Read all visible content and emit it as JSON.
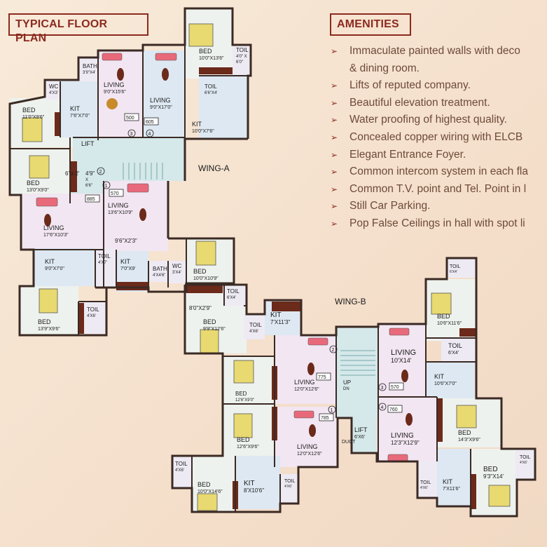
{
  "header": {
    "floor_plan_title": "TYPICAL FLOOR PLAN",
    "amenities_title": "AMENITIES"
  },
  "amenities": [
    "Immaculate painted walls with deco",
    "& dining room.",
    "Lifts of reputed company.",
    "Beautiful elevation treatment.",
    "Water proofing of highest quality.",
    "Concealed copper wiring with ELCB",
    "Elegant Entrance Foyer.",
    "Common intercom system in each fla",
    "Common T.V. point and Tel. Point in l",
    "Still Car Parking.",
    "Pop False Ceilings in hall with spot li"
  ],
  "amenity_bullet": "➢",
  "wings": {
    "a": "WING-A",
    "b": "WING-B"
  },
  "colors": {
    "title": "#8b2a1e",
    "wall": "#3b2a24",
    "floor_living": "#f2e6f2",
    "floor_bed": "#eef2ee",
    "floor_kit": "#dde8f2",
    "floor_core": "#d5e8ea",
    "floor_toilet": "#eeeaf4",
    "furniture_wood": "#6b2a1a",
    "bed": "#e8d970",
    "sofa": "#e86a7a"
  },
  "rooms": {
    "a_bath1": [
      "BATH",
      "3'9\"X4'"
    ],
    "a_wc1": [
      "WC",
      "4'X3'"
    ],
    "a_kit1": [
      "KIT",
      "7'6\"X7'0\""
    ],
    "a_bed1": [
      "BED",
      "11'0\"X9'6\""
    ],
    "a_living3": [
      "LIVING",
      "9'0\"X15'6\""
    ],
    "a_living4": [
      "LIVING",
      "9'0\"X17'0\""
    ],
    "a_bed4": [
      "BED",
      "10'0\"X13'6\""
    ],
    "a_toil4": [
      "TOIL",
      "4'0\" X",
      "6'0\""
    ],
    "a_toil4b": [
      "TOIL",
      "6'6\"X4'"
    ],
    "a_kit4": [
      "KIT",
      "10'0\"X7'6\""
    ],
    "a_lift": [
      "LIFT"
    ],
    "a_bed2": [
      "BED",
      "13'0\"X9'0\""
    ],
    "a_lobby": [
      "4'9\"",
      "X",
      "6'6\""
    ],
    "a_duct": [
      "6' x 2'"
    ],
    "a_living2": [
      "LIVING",
      "17'6\"X10'3\""
    ],
    "a_living1": [
      "LIVING",
      "13'6\"X10'9\""
    ],
    "a_passage1": [
      "9'6\"X2'3\""
    ],
    "a_kit2": [
      "KIT",
      "9'0\"X7'0\""
    ],
    "a_kit1b": [
      "KIT",
      "7'0\"X9'"
    ],
    "a_toil1": [
      "TOIL",
      "4'X7'"
    ],
    "a_bath2": [
      "BATH",
      "4'X4'6\""
    ],
    "a_wc2": [
      "WC",
      "3'X4'"
    ],
    "a_bed1b": [
      "BED",
      "10'0\"X10'9\""
    ],
    "a_bed2b": [
      "BED",
      "13'9\"X9'6\""
    ],
    "a_toil2": [
      "TOIL",
      "4'X6'"
    ],
    "b_passage": [
      "8'0\"X2'9\""
    ],
    "b_toil1": [
      "TOIL",
      "6'X4'"
    ],
    "b_bed1": [
      "BED",
      "9'9\"X12'6\""
    ],
    "b_toil2": [
      "TOIL",
      "4'X6'"
    ],
    "b_kit1": [
      "KIT",
      "7'X11'3\""
    ],
    "b_bed2": [
      "BED",
      "12'6\"X9'0\""
    ],
    "b_living2": [
      "LIVING",
      "12'0\"X12'6\""
    ],
    "b_bed1c": [
      "BED",
      "12'6\"X9'6\""
    ],
    "b_living1": [
      "LIVING",
      "12'0\"X12'6\""
    ],
    "b_updn": [
      "UP",
      "DN"
    ],
    "b_lift": [
      "LIFT",
      "6'X6'"
    ],
    "b_duct": [
      "DUCT"
    ],
    "b_toil3": [
      "TOIL",
      "4'X6'"
    ],
    "b_bed3": [
      "BED",
      "10'0\"X14'6\""
    ],
    "b_kit3": [
      "KIT",
      "8'X10'6\""
    ],
    "b_toil3b": [
      "TOIL",
      "4'X6'"
    ],
    "b_living3": [
      "LIVING",
      "10'X14'"
    ],
    "b_toil_top": [
      "TOIL",
      "6'X4'"
    ],
    "b_bed3b": [
      "BED",
      "10'6\"X11'6\""
    ],
    "b_toil3c": [
      "TOIL",
      "6'X4'"
    ],
    "b_kit3b": [
      "KIT",
      "10'6\"X7'0\""
    ],
    "b_living4": [
      "LIVING",
      "12'3\"X12'9\""
    ],
    "b_bed4": [
      "BED",
      "14'3\"X9'6\""
    ],
    "b_toil4": [
      "TOIL",
      "4'X6'"
    ],
    "b_kit4": [
      "KIT",
      "7'X11'6\""
    ],
    "b_bed4b": [
      "BED",
      "9'3\"X14'"
    ],
    "b_toil4b": [
      "TOIL",
      "4'X6'"
    ]
  },
  "flat_numbers": {
    "a1": "1",
    "a2": "2",
    "a3": "3",
    "a4": "4",
    "b1": "1",
    "b2": "2",
    "b3": "3",
    "b4": "4"
  },
  "flat_areas": {
    "a1": "570",
    "a2": "885",
    "a3": "500",
    "a4": "605",
    "b1": "785",
    "b2": "775",
    "b3": "570",
    "b4": "760"
  }
}
